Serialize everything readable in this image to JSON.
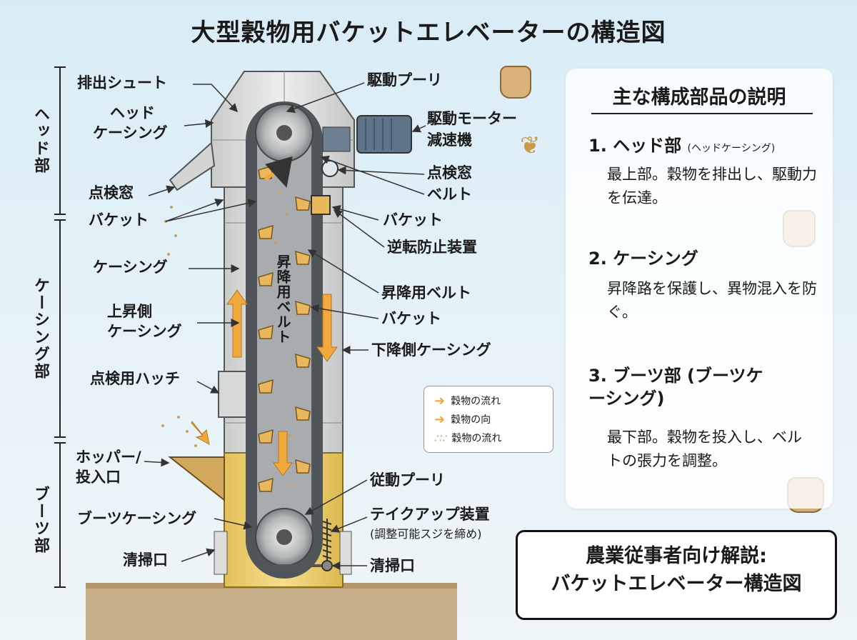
{
  "title": "大型穀物用バケットエレベーターの構造図",
  "sections": {
    "head": "ヘッド部",
    "casing": "ケーシング部",
    "boot": "ブーツ部"
  },
  "labels": {
    "discharge_chute": "排出シュート",
    "head_casing_1": "ヘッド",
    "head_casing_2": "ケーシング",
    "inspection_window_left": "点検窓",
    "bucket_left": "バケット",
    "casing": "ケーシング",
    "up_casing_1": "上昇側",
    "up_casing_2": "ケーシング",
    "inspection_hatch": "点検用ハッチ",
    "hopper_1": "ホッパー/",
    "hopper_2": "投入口",
    "boot_casing": "ブーツケーシング",
    "cleanout_left": "清掃口",
    "drive_pulley": "駆動プーリ",
    "drive_motor_1": "駆動モーター",
    "drive_motor_2": "減速機",
    "inspection_window_right": "点検窓",
    "belt": "ベルト",
    "bucket_right": "バケット",
    "backstop": "逆転防止装置",
    "elevator_belt_1": "昇降用ベルト",
    "elevator_belt_2": "バケット",
    "down_casing": "下降側ケーシング",
    "driven_pulley": "従動プーリ",
    "takeup_1": "テイクアップ装置",
    "takeup_2": "(調整可能スジを締め)",
    "cleanout_right": "清掃口",
    "belt_vertical": "昇降用ベルト"
  },
  "legend": [
    "穀物の流れ",
    "穀物の向",
    "穀物の流れ"
  ],
  "info_panel": {
    "title": "主な構成部品の説明",
    "items": [
      {
        "head": "1. ヘッド部",
        "sub": "(ヘッドケーシング)",
        "body": "最上部。穀物を排出し、駆動力を伝達。"
      },
      {
        "head": "2. ケーシング",
        "sub": "",
        "body": "昇降路を保護し、異物混入を防ぐ。"
      },
      {
        "head": "3. ブーツ部 (ブーツケーシング)",
        "sub": "",
        "body": "最下部。穀物を投入し、ベルトの張力を調整。"
      }
    ]
  },
  "footer": {
    "line1": "農業従事者向け解説:",
    "line2": "バケットエレベーター構造図"
  },
  "colors": {
    "casing": "#e3e5e4",
    "casing_stroke": "#555555",
    "boot": "#f1d57a",
    "belt": "#4f5559",
    "belt_inner": "#a8acae",
    "bucket": "#e9b85c",
    "motor": "#5f7489",
    "arrow": "#f2a93b",
    "ground": "#c9ae8a",
    "grain": "#c8a064"
  },
  "icons": [
    "grain-sack-icon",
    "wheat-sprig-icon",
    "grain-sack-icon",
    "grain-sack-icon"
  ]
}
